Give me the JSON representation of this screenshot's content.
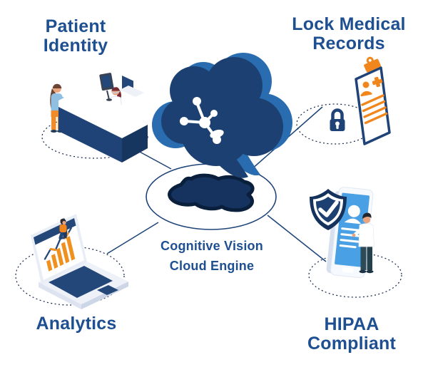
{
  "center_node": {
    "line1": "Cognitive Vision",
    "line2": "Cloud Engine",
    "icon": "cloud-network-icon"
  },
  "nodes": {
    "patient_identity": {
      "line1": "Patient",
      "line2": "Identity",
      "icon": "reception-desk-illustration"
    },
    "lock_medical_records": {
      "line1": "Lock Medical",
      "line2": "Records",
      "icon": "clipboard-lock-illustration"
    },
    "analytics": {
      "line1": "Analytics",
      "line2": "",
      "icon": "analytics-laptop-illustration"
    },
    "hipaa_compliant": {
      "line1": "HIPAA",
      "line2": "Compliant",
      "icon": "phone-shield-illustration"
    }
  },
  "colors": {
    "heading_text": "#1e4f91",
    "connector_line": "#1d4479",
    "dotted_ring": "#13254a",
    "cloud_front": "#1b4071",
    "cloud_back": "#2a6cb0",
    "shadow_blob": "#15335e",
    "accent_orange": "#f0861c",
    "screen_sky": "#49a0e4",
    "deep_navy": "#16365f",
    "desk_navy": "#1f4377",
    "white": "#ffffff"
  }
}
